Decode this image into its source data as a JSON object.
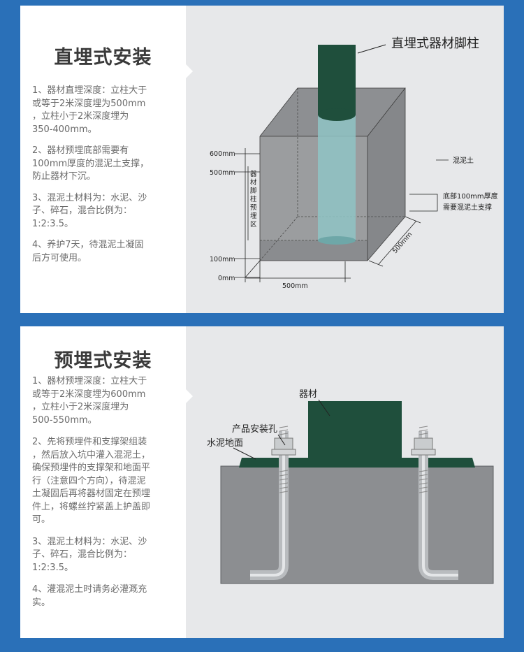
{
  "section1": {
    "title": "直埋式安装",
    "steps": [
      "1、器材直埋深度：立柱大于\n或等于2米深度埋为500mm\n，立柱小于2米深度埋为\n350-400mm。",
      "2、器材预埋底部需要有\n100mm厚度的混泥土支撑，\n防止器材下沉。",
      "3、混泥土材料为：水泥、沙\n子、碎石，混合比例为：\n1:2:3.5。",
      "4、养护7天，待混泥土凝固\n后方可使用。"
    ],
    "diagram": {
      "callout_top": "直埋式器材脚柱",
      "label_concrete": "混泥土",
      "label_bottom_line1": "底部100mm厚度",
      "label_bottom_line2": "需要混泥土支撑",
      "dim_600": "600mm",
      "dim_500": "500mm",
      "dim_100": "100mm",
      "dim_0": "0mm",
      "zone_label": [
        "器",
        "材",
        "脚",
        "柱",
        "预",
        "埋",
        "区"
      ],
      "width_label": "500mm",
      "depth_label": "500mm"
    }
  },
  "section2": {
    "title": "预埋式安装",
    "steps": [
      "1、器材预埋深度：立柱大于\n或等于2米深度埋为600mm\n，立柱小于2米深度埋为\n500-550mm。",
      "2、先将预埋件和支撑架组装\n，然后放入坑中灌入混泥土，\n确保预埋件的支撑架和地面平\n行（注意四个方向），待混泥\n土凝固后再将器材固定在预埋\n件上，将螺丝拧紧盖上护盖即\n可。",
      "3、混泥土材料为：水泥、沙\n子、碎石，混合比例为：\n1:2:3.5。",
      "4、灌混泥土时请务必灌溉充\n实。"
    ],
    "diagram": {
      "label_equipment": "器材",
      "label_hole": "产品安装孔",
      "label_ground": "水泥地面"
    }
  },
  "colors": {
    "background": "#2a70b8",
    "post_green": "#1f4f3c",
    "concrete": "#8e9093"
  }
}
